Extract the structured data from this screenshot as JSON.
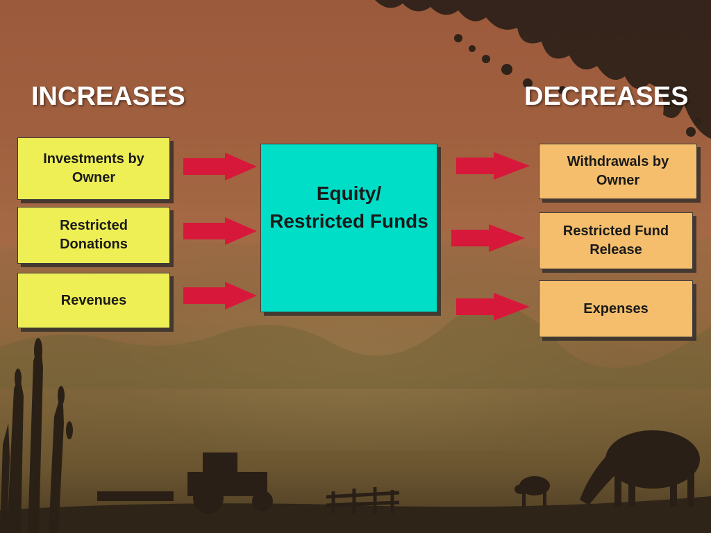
{
  "headings": {
    "increases": "INCREASES",
    "decreases": "DECREASES"
  },
  "center": {
    "line1": "Equity/",
    "line2": "Restricted Funds"
  },
  "increases": [
    {
      "line1": "Investments by",
      "line2": "Owner"
    },
    {
      "line1": "Restricted",
      "line2": "Donations"
    },
    {
      "line1": "Revenues",
      "line2": ""
    }
  ],
  "decreases": [
    {
      "line1": "Withdrawals by",
      "line2": "Owner"
    },
    {
      "line1": "Restricted Fund",
      "line2": "Release"
    },
    {
      "line1": "Expenses",
      "line2": ""
    }
  ],
  "colors": {
    "increase_box": "#eeee55",
    "decrease_box": "#f4be6c",
    "center_box": "#00dec8",
    "arrow": "#d8183a",
    "background": "#9c5a3c"
  },
  "icons": [
    "tree-silhouette",
    "grass-silhouette",
    "tractor-silhouette",
    "fence-silhouette",
    "cow-silhouette",
    "calf-silhouette"
  ]
}
